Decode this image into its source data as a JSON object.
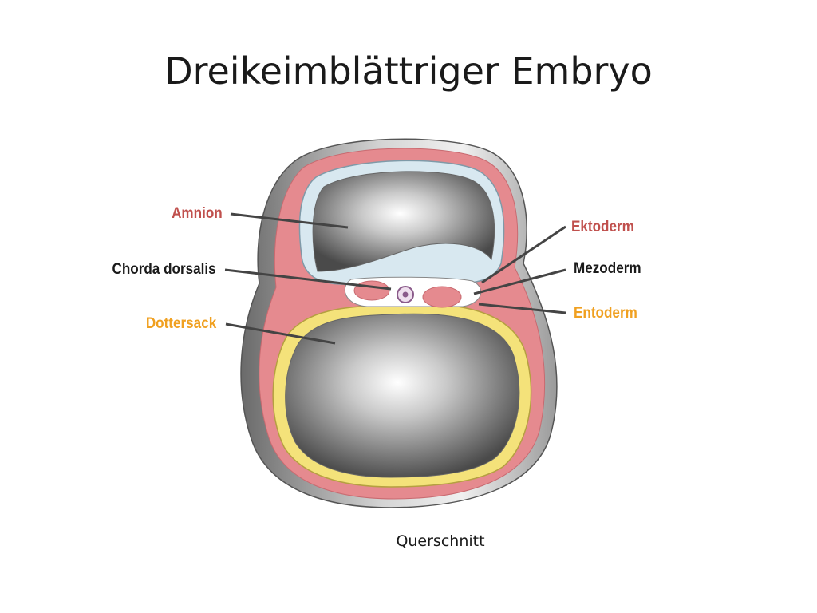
{
  "title": "Dreikeimblättriger Embryo",
  "caption": "Querschnitt",
  "labels": {
    "amnion": "Amnion",
    "chorda": "Chorda dorsalis",
    "dottersack": "Dottersack",
    "ektoderm": "Ektoderm",
    "mezoderm": "Mezoderm",
    "entoderm": "Entoderm"
  },
  "colors": {
    "red_label": "#c0504d",
    "orange_label": "#f0a020",
    "black_label": "#1a1a1a",
    "mesoderm_pink": "#e58a8f",
    "ectoderm_blue": "#d8e8f0",
    "entoderm_yellow": "#f4e27a",
    "leader_line": "#444444"
  }
}
